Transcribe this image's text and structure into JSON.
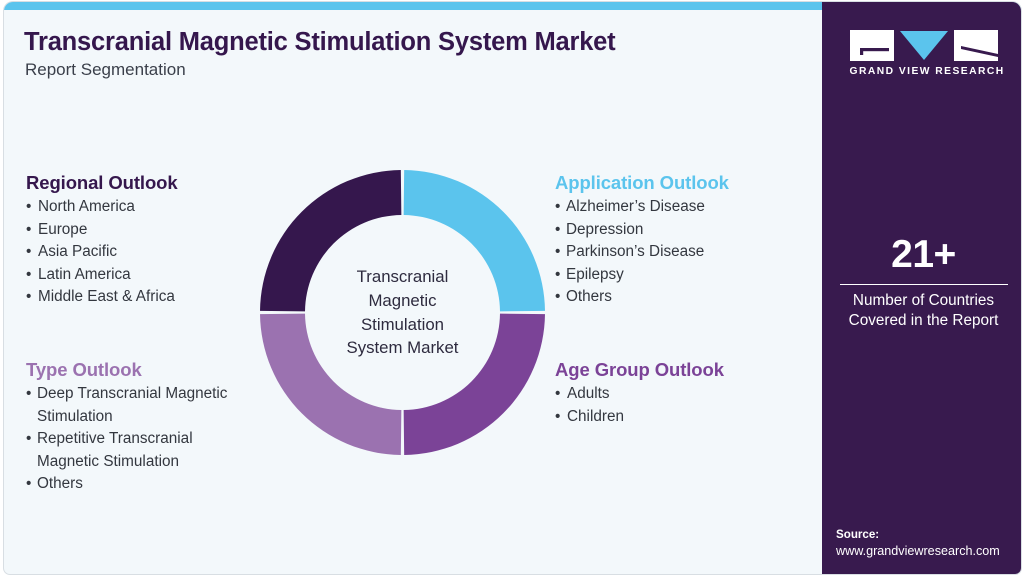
{
  "header": {
    "title": "Transcranial Magnetic Stimulation System Market",
    "subtitle": "Report Segmentation"
  },
  "colors": {
    "accent_bar": "#5bc4ed",
    "card_background": "#f3f8fb",
    "panel_background": "#381a4e",
    "dark_purple": "#35174d",
    "light_blue": "#5bc4ed",
    "light_purple": "#9b72b0",
    "medium_purple": "#7b4397",
    "body_text": "#33373f"
  },
  "blocks": {
    "regional": {
      "heading": "Regional Outlook",
      "items": [
        "North America",
        "Europe",
        "Asia Pacific",
        "Latin America",
        "Middle East & Africa"
      ]
    },
    "application": {
      "heading": "Application Outlook",
      "items": [
        "Alzheimer’s Disease",
        "Depression",
        "Parkinson’s Disease",
        "Epilepsy",
        "Others"
      ]
    },
    "type": {
      "heading": "Type Outlook",
      "items": [
        {
          "line1": "Deep Transcranial Magnetic",
          "line2": "Stimulation"
        },
        {
          "line1": "Repetitive Transcranial",
          "line2": "Magnetic Stimulation"
        },
        {
          "line1": "Others",
          "line2": ""
        }
      ]
    },
    "agegroup": {
      "heading": "Age Group Outlook",
      "items": [
        "Adults",
        "Children"
      ]
    }
  },
  "donut": {
    "center_lines": [
      "Transcranial",
      "Magnetic",
      "Stimulation",
      "System Market"
    ]
  },
  "chart_data": {
    "type": "pie",
    "title": "Transcranial Magnetic Stimulation System Market",
    "subtype": "donut",
    "categories": [
      "Application Outlook",
      "Age Group Outlook",
      "Type Outlook",
      "Regional Outlook"
    ],
    "values": [
      25,
      25,
      25,
      25
    ],
    "colors": [
      "#5bc4ed",
      "#7b4397",
      "#9b72b0",
      "#35174d"
    ],
    "legend": "none",
    "notes": "Four equal quadrants; each quadrant color maps to one segmentation outlook heading. Starts at 12 o'clock going clockwise."
  },
  "side_panel": {
    "logo": {
      "mark_name": "gvr-logo-mark",
      "wordmark": "GRAND VIEW RESEARCH"
    },
    "stat": {
      "value": "21+",
      "label_line1": "Number of Countries",
      "label_line2": "Covered in the Report"
    },
    "source": {
      "label": "Source:",
      "url": "www.grandviewresearch.com"
    }
  }
}
